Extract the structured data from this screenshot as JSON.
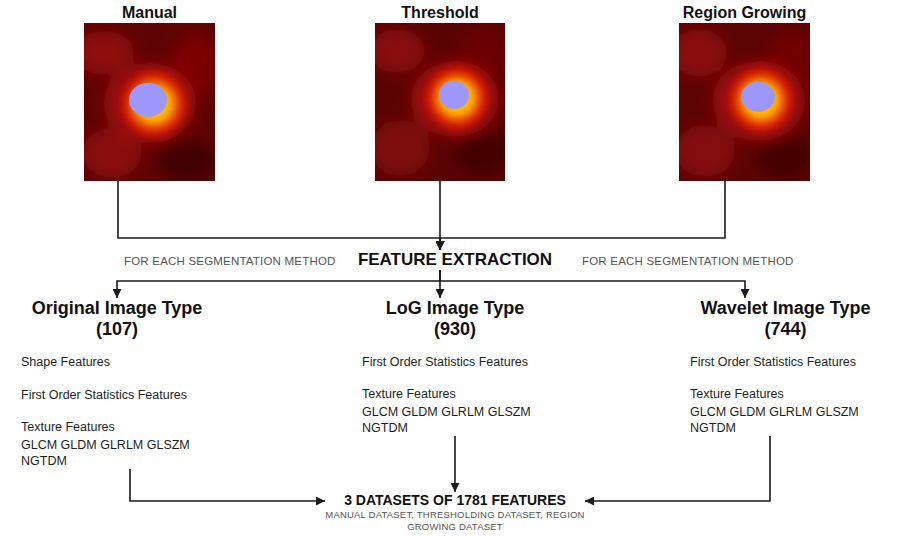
{
  "diagram": {
    "nodes": [
      {
        "text": [
          "Manual"
        ]
      },
      {
        "text": [
          "Threshold"
        ]
      },
      {
        "text": [
          "Region Growing"
        ]
      },
      {
        "text": [
          "FEATURE EXTRACTION"
        ]
      },
      {
        "text": [
          "Original Image Type (107)",
          "Shape Features",
          "First Order Statistics Features",
          "Texture Features",
          "GLCM GLDM GLRLM GLSZM NGTDM"
        ]
      },
      {
        "text": [
          "LoG Image Type (930)",
          "First Order Statistics Features",
          "Texture Features",
          "GLCM GLDM GLRLM GLSZM NGTDM"
        ]
      },
      {
        "text": [
          "Wavelet Image Type (744)",
          "First Order Statistics Features",
          "Texture Features",
          "GLCM GLDM GLRLM GLSZM NGTDM"
        ]
      },
      {
        "text": [
          "3 DATASETS OF 1781 FEATURES",
          "MANUAL DATASET, THRESHOLDING DATASET, REGION GROWING DATASET"
        ]
      }
    ],
    "edges": [
      {
        "from": 0,
        "to": 3,
        "arrow": "to"
      },
      {
        "from": 1,
        "to": 3,
        "arrow": "to"
      },
      {
        "from": 2,
        "to": 3,
        "arrow": "to"
      },
      {
        "from": 3,
        "to": 4,
        "arrow": "to"
      },
      {
        "from": 3,
        "to": 5,
        "arrow": "to"
      },
      {
        "from": 3,
        "to": 6,
        "arrow": "to"
      },
      {
        "from": 4,
        "to": 7,
        "arrow": "to"
      },
      {
        "from": 5,
        "to": 7,
        "arrow": "to"
      },
      {
        "from": 6,
        "to": 7,
        "arrow": "to"
      }
    ],
    "labels": [
      "FOR EACH SEGMENTATION METHOD",
      "FOR EACH SEGMENTATION METHOD"
    ]
  }
}
